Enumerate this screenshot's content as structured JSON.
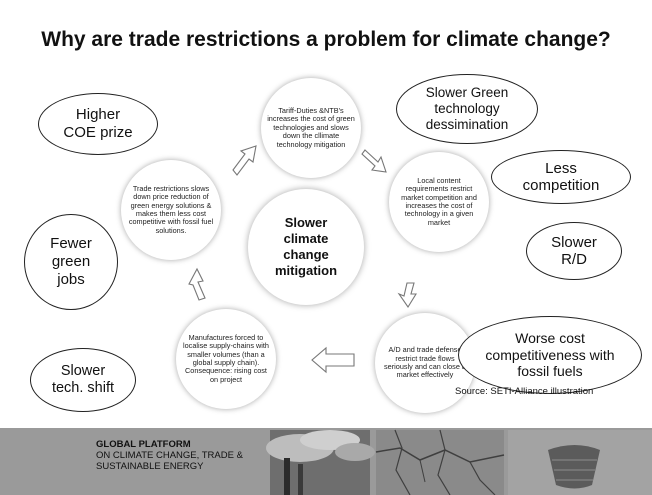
{
  "title": "Why are trade restrictions a problem for climate change?",
  "center": "Slower climate change mitigation",
  "cycle": [
    "Tariff-Duties &NTB’s increases the cost of green technologies and slows down the cllimate technology mitigation",
    "Local content requirements restrict market competition and increases the cost of technology in a given market",
    "A/D and trade defense restrict trade flows seriously and can close a market effectively",
    "Manufactures forced to localise supply-chains with smaller volumes (than a global supply chain). Consequence: rising cost on project",
    "Trade restrictions slows down price reduction of green energy solutions & makes them less cost competitive with fossil fuel solutions."
  ],
  "consequences": {
    "higher_coe": "Higher COE prize",
    "slower_green_tech": "Slower Green technology dessimination",
    "less_competition": "Less competition",
    "slower_rd": "Slower R/D",
    "worse_cost": "Worse cost competitiveness with fossil fuels",
    "fewer_jobs": "Fewer green jobs",
    "slower_shift": "Slower tech. shift"
  },
  "source": "Source: SETI-Alliance illustration",
  "footer": {
    "line1": "GLOBAL PLATFORM",
    "line2": "ON CLIMATE CHANGE, TRADE &",
    "line3": "SUSTAINABLE ENERGY"
  },
  "icons": [
    "curved-arrow-icon",
    "factory-smoke-photo",
    "cracked-earth-photo",
    "woven-basket-photo"
  ]
}
